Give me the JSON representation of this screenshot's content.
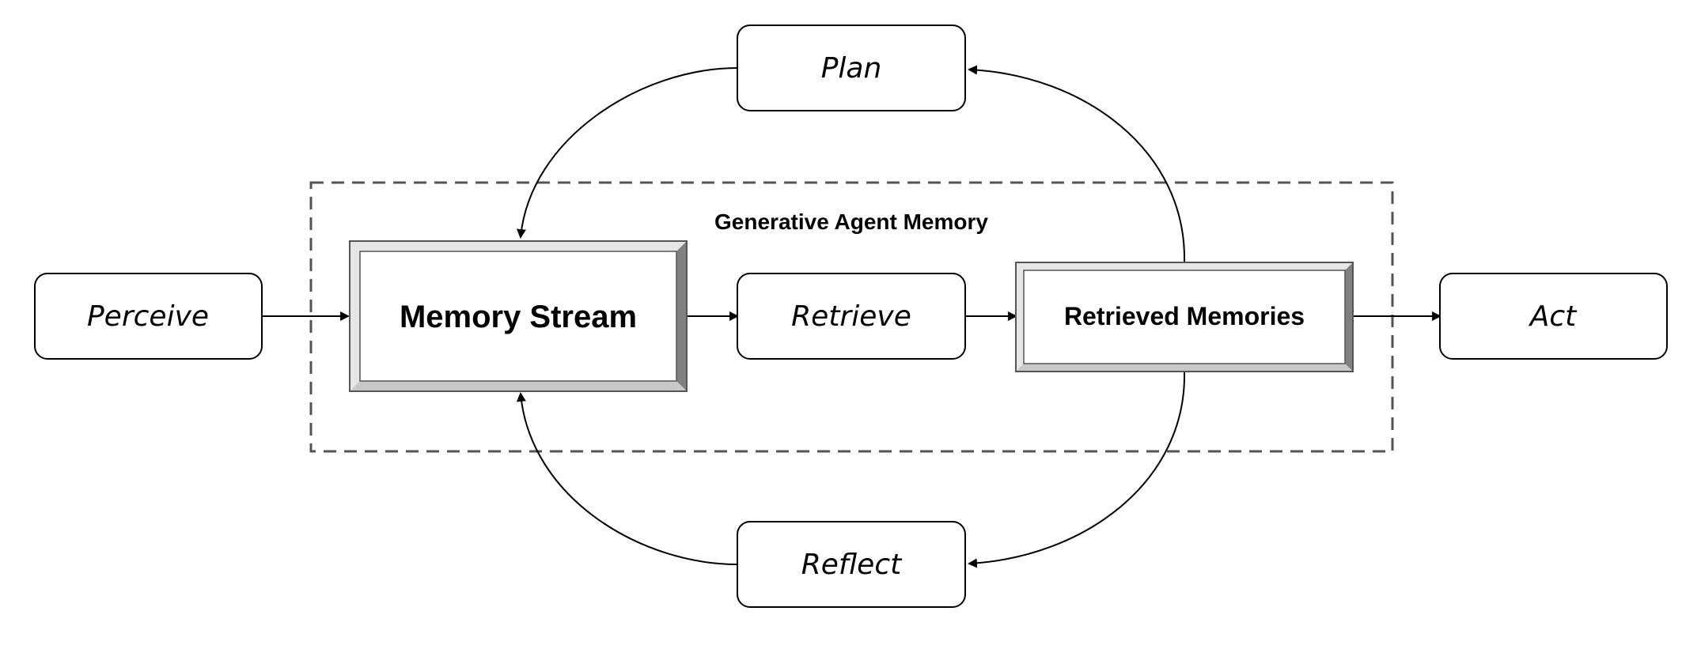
{
  "diagram": {
    "group": {
      "label": "Generative Agent Memory"
    },
    "nodes": {
      "perceive": "Perceive",
      "memory_stream": "Memory Stream",
      "retrieve": "Retrieve",
      "retrieved_memories": "Retrieved Memories",
      "act": "Act",
      "plan": "Plan",
      "reflect": "Reflect"
    },
    "edges": [
      {
        "from": "Perceive",
        "to": "Memory Stream"
      },
      {
        "from": "Memory Stream",
        "to": "Retrieve"
      },
      {
        "from": "Retrieve",
        "to": "Retrieved Memories"
      },
      {
        "from": "Retrieved Memories",
        "to": "Act"
      },
      {
        "from": "Retrieved Memories",
        "to": "Plan"
      },
      {
        "from": "Plan",
        "to": "Memory Stream"
      },
      {
        "from": "Retrieved Memories",
        "to": "Reflect"
      },
      {
        "from": "Reflect",
        "to": "Memory Stream"
      }
    ],
    "colors": {
      "stroke": "#000000",
      "group_border": "#555555",
      "bevel_light": "#e6e6e6",
      "bevel_mid": "#c8c8c8",
      "bevel_dark": "#808080"
    }
  }
}
